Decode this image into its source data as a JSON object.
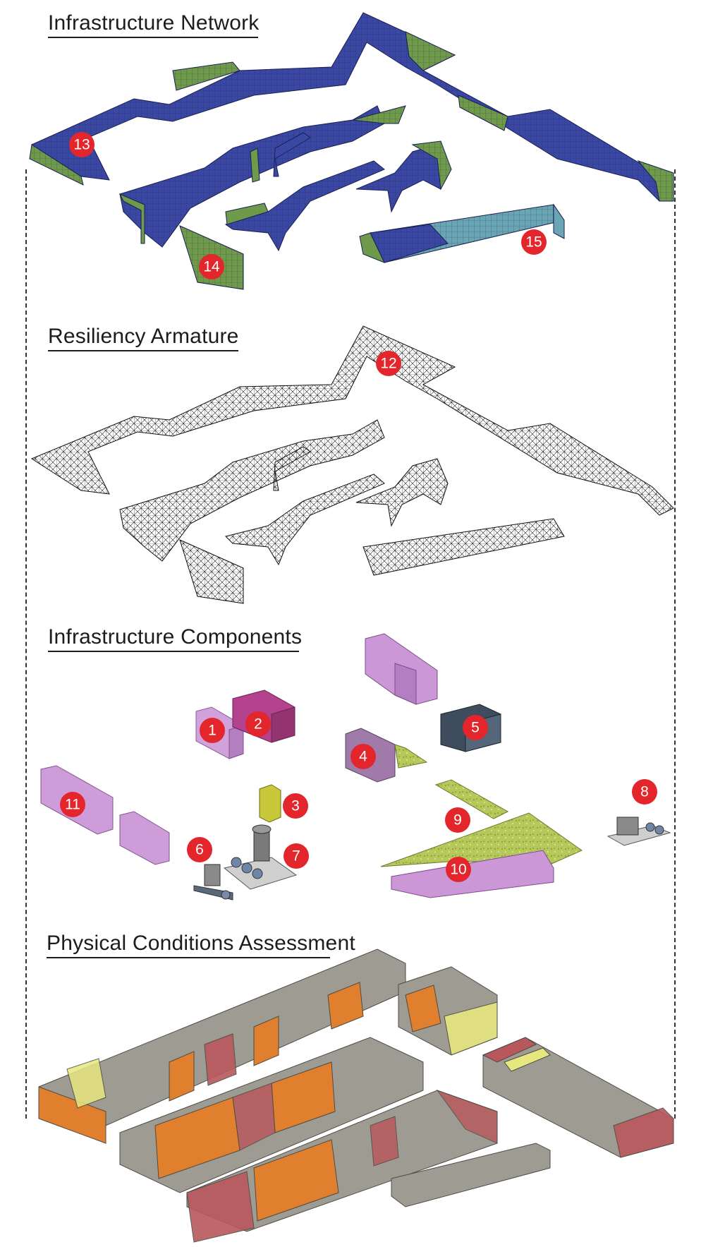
{
  "sections": {
    "infrastructure_network": "Infrastructure Network",
    "resiliency_armature": "Resiliency Armature",
    "infrastructure_components": "Infrastructure Components",
    "physical_conditions_assessment": "Physical Conditions Assessment"
  },
  "markers": {
    "m1": "1",
    "m2": "2",
    "m3": "3",
    "m4": "4",
    "m5": "5",
    "m6": "6",
    "m7": "7",
    "m8": "8",
    "m9": "9",
    "m10": "10",
    "m11": "11",
    "m12": "12",
    "m13": "13",
    "m14": "14",
    "m15": "15"
  },
  "colors": {
    "marker": "#e3262b",
    "network_blue": "#3b48a3",
    "network_green": "#6f9a4c",
    "network_teal": "#6aa5b3",
    "component_purple": "#cc97d6",
    "component_magenta": "#b3428f",
    "component_slate": "#3e4c5d",
    "component_olive": "#c9c83a",
    "green_roof": "#b6c85a",
    "building_gray": "#9e9c92",
    "building_orange": "#e07f2d",
    "building_red": "#b9585c",
    "building_yellow": "#e7e780"
  }
}
